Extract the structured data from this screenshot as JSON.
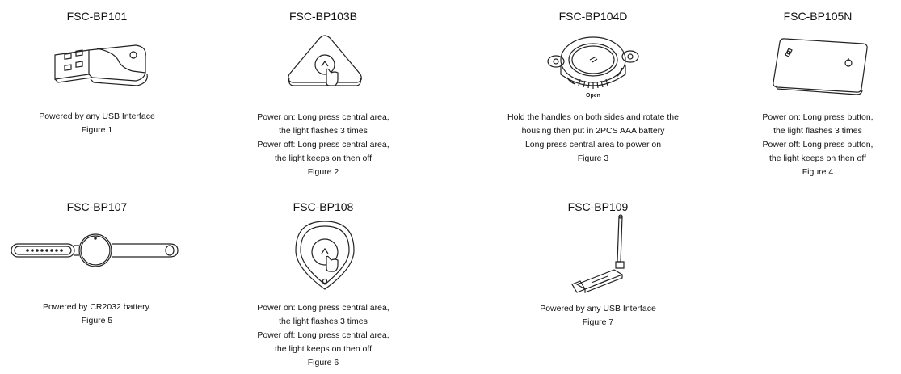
{
  "products": [
    {
      "model": "FSC-BP101",
      "illustration": "usb-dongle-icon",
      "lines": [
        "Powered by any USB Interface"
      ],
      "figure": "Figure 1"
    },
    {
      "model": "FSC-BP103B",
      "illustration": "triangle-beacon-icon",
      "lines": [
        "Power on: Long press central area,",
        "the light flashes 3 times",
        "Power off: Long press central area,",
        "the light keeps on then off"
      ],
      "figure": "Figure 2"
    },
    {
      "model": "FSC-BP104D",
      "illustration": "round-beacon-icon",
      "label": "Open",
      "lines": [
        "Hold the handles on both sides and rotate the",
        "housing then put in 2PCS AAA battery",
        "Long press central area to power on"
      ],
      "figure": "Figure 3"
    },
    {
      "model": "FSC-BP105N",
      "illustration": "card-beacon-icon",
      "lines": [
        "Power on: Long press button,",
        "the light flashes 3 times",
        "Power off: Long press button,",
        "the light keeps on then off"
      ],
      "figure": "Figure 4"
    },
    {
      "model": "FSC-BP107",
      "illustration": "wristband-icon",
      "lines": [
        "Powered by CR2032 battery."
      ],
      "figure": "Figure 5"
    },
    {
      "model": "FSC-BP108",
      "illustration": "teardrop-beacon-icon",
      "lines": [
        "Power on: Long press central area,",
        "the light flashes 3 times",
        "Power off: Long press central area,",
        "the light keeps on then off"
      ],
      "figure": "Figure 6"
    },
    {
      "model": "FSC-BP109",
      "illustration": "usb-antenna-icon",
      "lines": [
        "Powered by any USB Interface"
      ],
      "figure": "Figure 7"
    }
  ]
}
